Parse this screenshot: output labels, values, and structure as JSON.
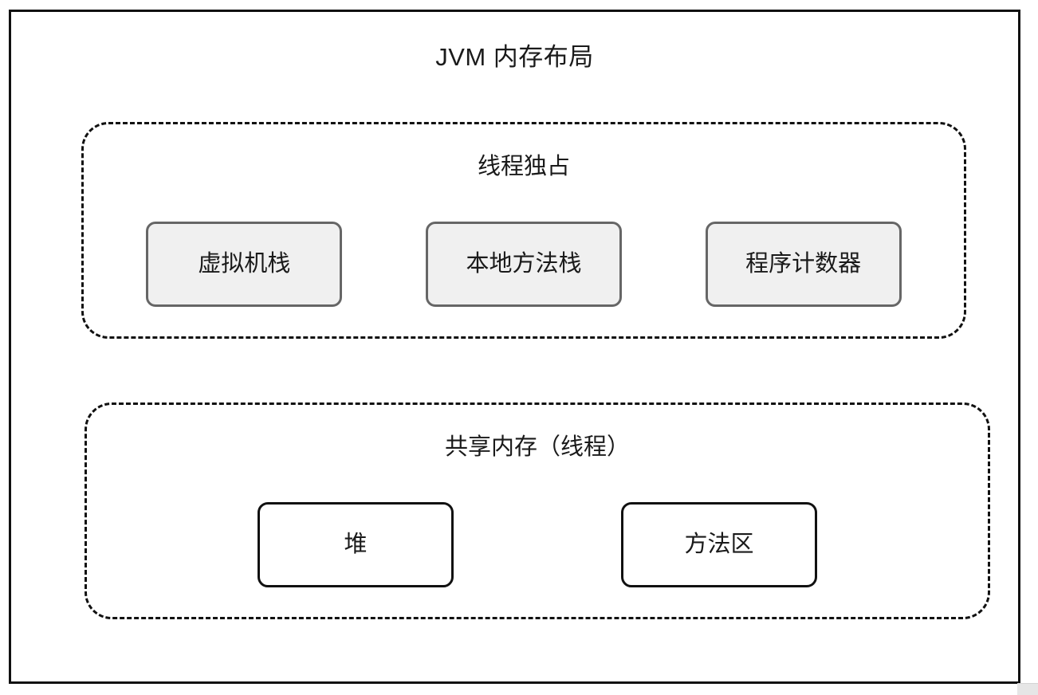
{
  "diagram": {
    "title": "JVM 内存布局",
    "groups": [
      {
        "title": "线程独占",
        "style": "dashed-rounded",
        "nodes": [
          {
            "label": "虚拟机栈",
            "fill": "#f0f0f0",
            "stroke": "#666666"
          },
          {
            "label": "本地方法栈",
            "fill": "#f0f0f0",
            "stroke": "#666666"
          },
          {
            "label": "程序计数器",
            "fill": "#f0f0f0",
            "stroke": "#666666"
          }
        ]
      },
      {
        "title": "共享内存（线程）",
        "style": "dashed-rounded",
        "nodes": [
          {
            "label": "堆",
            "fill": "#ffffff",
            "stroke": "#111111"
          },
          {
            "label": "方法区",
            "fill": "#ffffff",
            "stroke": "#111111"
          }
        ]
      }
    ],
    "colors": {
      "frame_stroke": "#111111",
      "dashed_stroke": "#111111",
      "text": "#1a1a1a",
      "gray_node_fill": "#f0f0f0",
      "gray_node_stroke": "#666666",
      "white_node_fill": "#ffffff",
      "white_node_stroke": "#111111",
      "background": "#ffffff"
    }
  }
}
